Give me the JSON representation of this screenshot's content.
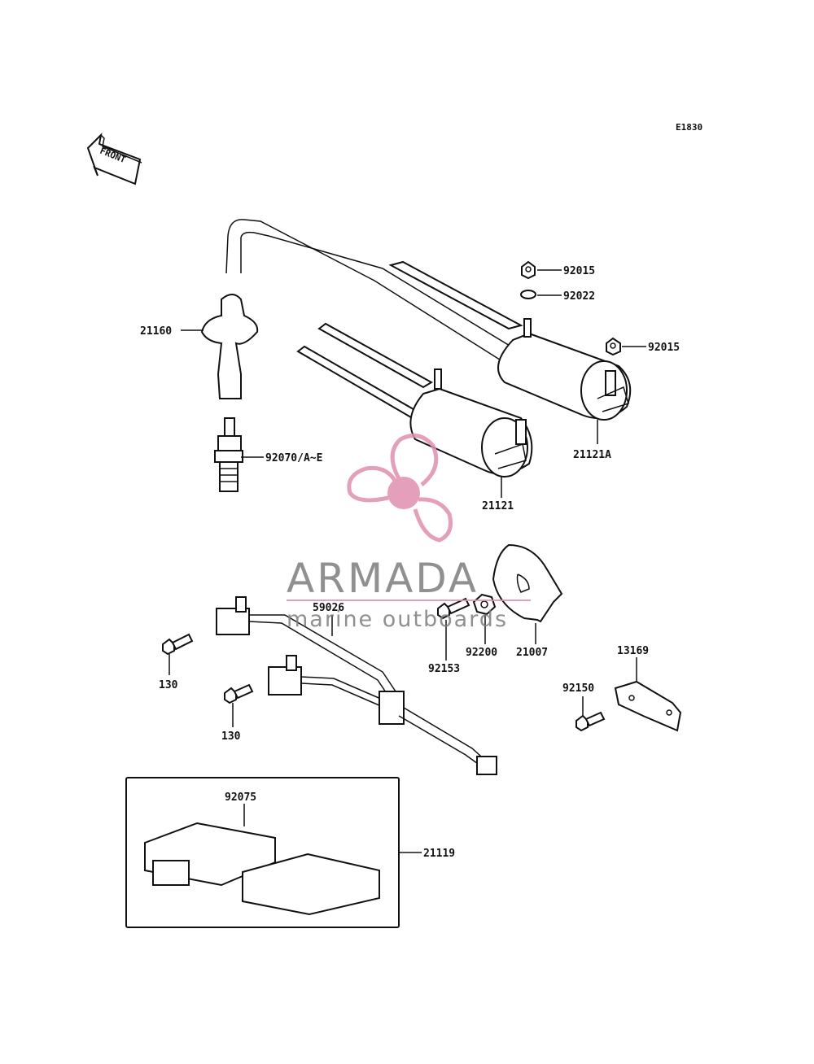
{
  "diagram_code": "E1830",
  "front_arrow_label": "FRONT",
  "parts": {
    "p21160": "21160",
    "p92070": "92070/A~E",
    "p92015a": "92015",
    "p92022": "92022",
    "p92015b": "92015",
    "p21121A": "21121A",
    "p21121": "21121",
    "p59026": "59026",
    "p92153": "92153",
    "p92200": "92200",
    "p21007": "21007",
    "p13169": "13169",
    "p130a": "130",
    "p130b": "130",
    "p92150": "92150",
    "p92075": "92075",
    "p21119": "21119"
  },
  "watermark": {
    "brand": "ARMADA",
    "tagline": "marine outboards",
    "color": "#e08fb0",
    "text_color": "#7d7d7d"
  }
}
